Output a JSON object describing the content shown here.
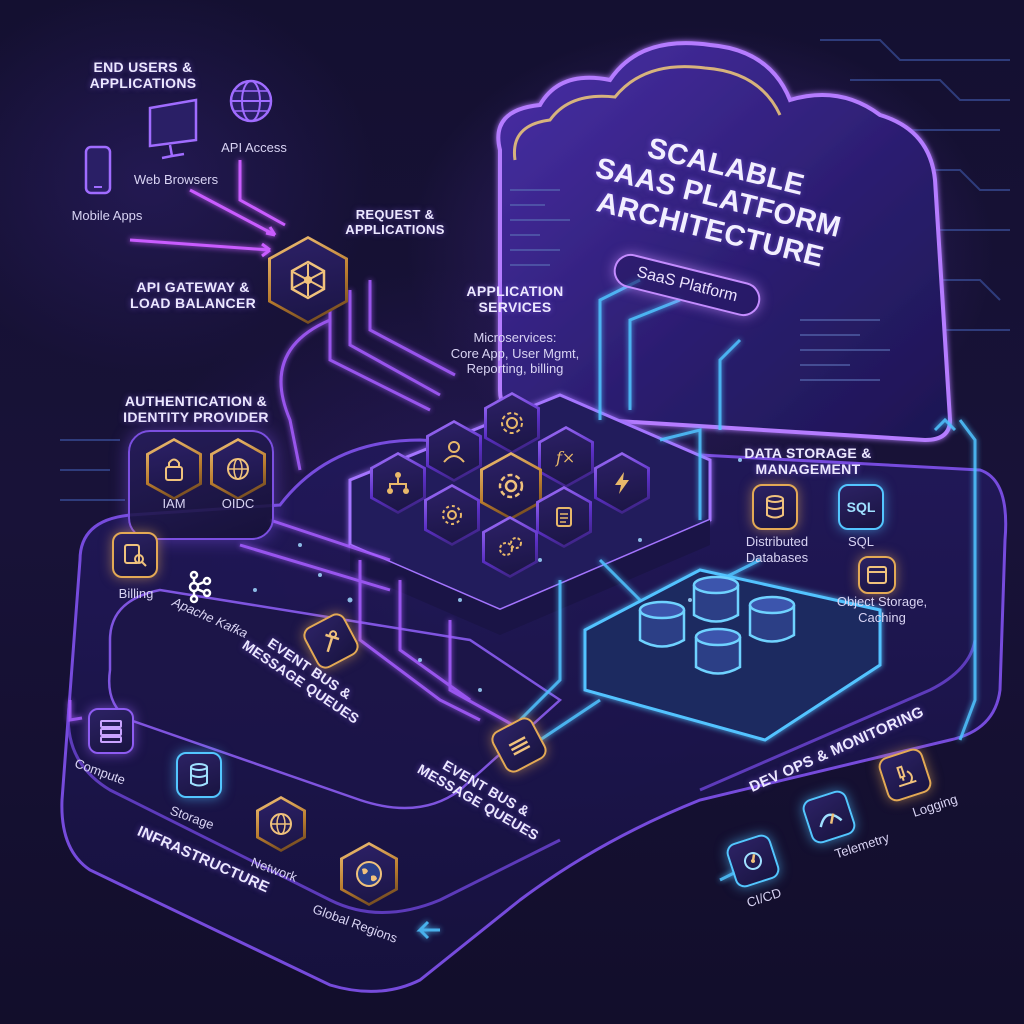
{
  "title": {
    "line1": "Scalable",
    "line2": "SaaS Platform",
    "line3": "Architecture",
    "badge": "SaaS Platform"
  },
  "end_users": {
    "heading": "End Users & Applications",
    "mobile": "Mobile Apps",
    "web": "Web Browsers",
    "api": "API Access"
  },
  "request": {
    "heading": "Request & Applications"
  },
  "gateway": {
    "heading": "API Gateway & Load Balancer"
  },
  "app_services": {
    "heading": "Application Services",
    "desc_line1": "Microservices:",
    "desc_line2": "Core App, User Mgmt,",
    "desc_line3": "Reporting, billing"
  },
  "auth": {
    "heading": "Authentication & Identity Provider",
    "iam": "IAM",
    "oidc": "OIDC"
  },
  "billing": {
    "label": "Billing"
  },
  "kafka": {
    "label": "Apache Kafka"
  },
  "event_bus_1": {
    "heading": "Event Bus & Message Queues"
  },
  "event_bus_2": {
    "heading": "Event Bus & Message Queues"
  },
  "data_storage": {
    "heading": "Data Storage & Management",
    "distributed": "Distributed Databases",
    "sql_badge": "SQL",
    "sql": "SQL",
    "object_storage": "Object Storage, Caching"
  },
  "infrastructure": {
    "heading": "Infrastructure",
    "compute": "Compute",
    "storage": "Storage",
    "network": "Network",
    "global": "Global Regions"
  },
  "devops": {
    "heading": "Dev Ops & Monitoring",
    "cicd": "CI/CD",
    "telemetry": "Telemetry",
    "logging": "Logging"
  },
  "icons": [
    "mobile-phone-icon",
    "monitor-icon",
    "globe-icon",
    "network-node-icon",
    "lock-icon",
    "globe-icon",
    "billing-search-icon",
    "kafka-icon",
    "user-icon",
    "gear-icon",
    "function-icon",
    "lightning-icon",
    "hierarchy-icon",
    "document-icon",
    "cogs-icon",
    "database-icon",
    "window-icon",
    "server-rack-icon",
    "network-globe-icon",
    "earth-icon",
    "gauge-icon",
    "microscope-icon",
    "pipeline-icon",
    "event-wrench-icon",
    "message-queue-icon"
  ],
  "colors": {
    "background": "#130f2e",
    "violet_accent": "#8e5cf2",
    "magenta_wire": "#c95cff",
    "cyan_wire": "#4fc3ff",
    "gold_accent": "#e3a955",
    "text": "#ece8ff"
  }
}
